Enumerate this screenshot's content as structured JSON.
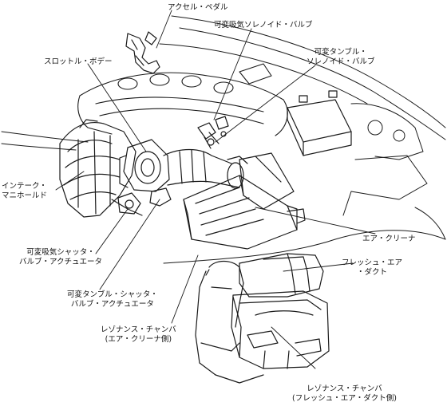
{
  "labels": {
    "accelerator_pedal": "アクセル・ペダル",
    "variable_intake_solenoid": "可変吸気ソレノイド・バルブ",
    "variable_tumble_solenoid_1": "可変タンブル・",
    "variable_tumble_solenoid_2": "ソレノイド・バルブ",
    "throttle_body": "スロットル・ボデー",
    "intake_manifold_1": "インテーク・",
    "intake_manifold_2": "マニホールド",
    "air_cleaner": "エア・クリーナ",
    "intake_shutter_actuator_1": "可変吸気シャッタ・",
    "intake_shutter_actuator_2": "バルブ・アクチュエータ",
    "fresh_air_duct_1": "フレッシュ・エア",
    "fresh_air_duct_2": "・ダクト",
    "tumble_shutter_actuator_1": "可変タンブル・シャッタ・",
    "tumble_shutter_actuator_2": "バルブ・アクチュエータ",
    "resonance_chamber_air_cleaner_1": "レゾナンス・チャンバ",
    "resonance_chamber_air_cleaner_2": "(エア・クリーナ側)",
    "resonance_chamber_fresh_air_1": "レゾナンス・チャンバ",
    "resonance_chamber_fresh_air_2": "(フレッシュ・エア・ダクト側)"
  }
}
